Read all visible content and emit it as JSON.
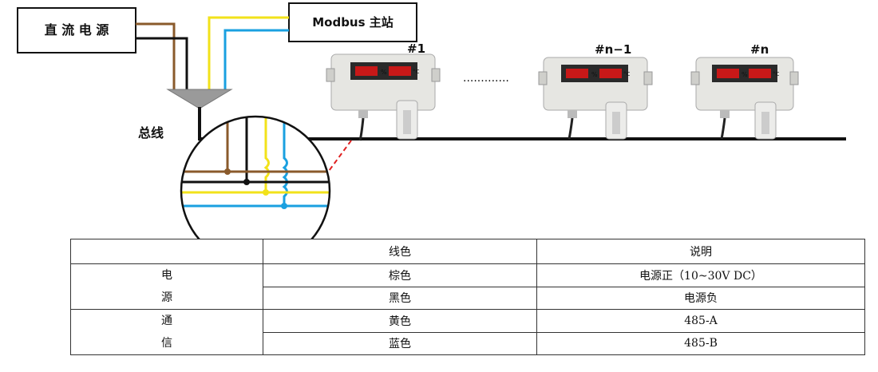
{
  "power_supply_label": "直 流 电 源",
  "master_label": "Modbus 主站",
  "bus_label": "总线",
  "devices": [
    {
      "id": "#1",
      "unit_left": "%",
      "unit_right": "°C"
    },
    {
      "id": "#n−1",
      "unit_left": "%",
      "unit_right": "°C"
    },
    {
      "id": "#n",
      "unit_left": "%",
      "unit_right": "°C"
    }
  ],
  "ellipsis": "·············",
  "wire_colors": {
    "brown": "#8a5a2b",
    "black": "#111111",
    "yellow": "#f2e21a",
    "blue": "#1aa0e0",
    "red_dash": "#e02020"
  },
  "table": {
    "headers": [
      "",
      "线色",
      "说明"
    ],
    "groups": [
      {
        "chars": [
          "电",
          "源"
        ],
        "rows": [
          {
            "color": "棕色",
            "desc": "电源正（10~30V DC）"
          },
          {
            "color": "黑色",
            "desc": "电源负"
          }
        ]
      },
      {
        "chars": [
          "通",
          "信"
        ],
        "rows": [
          {
            "color": "黄色",
            "desc": "485-A"
          },
          {
            "color": "蓝色",
            "desc": "485-B"
          }
        ]
      }
    ]
  }
}
